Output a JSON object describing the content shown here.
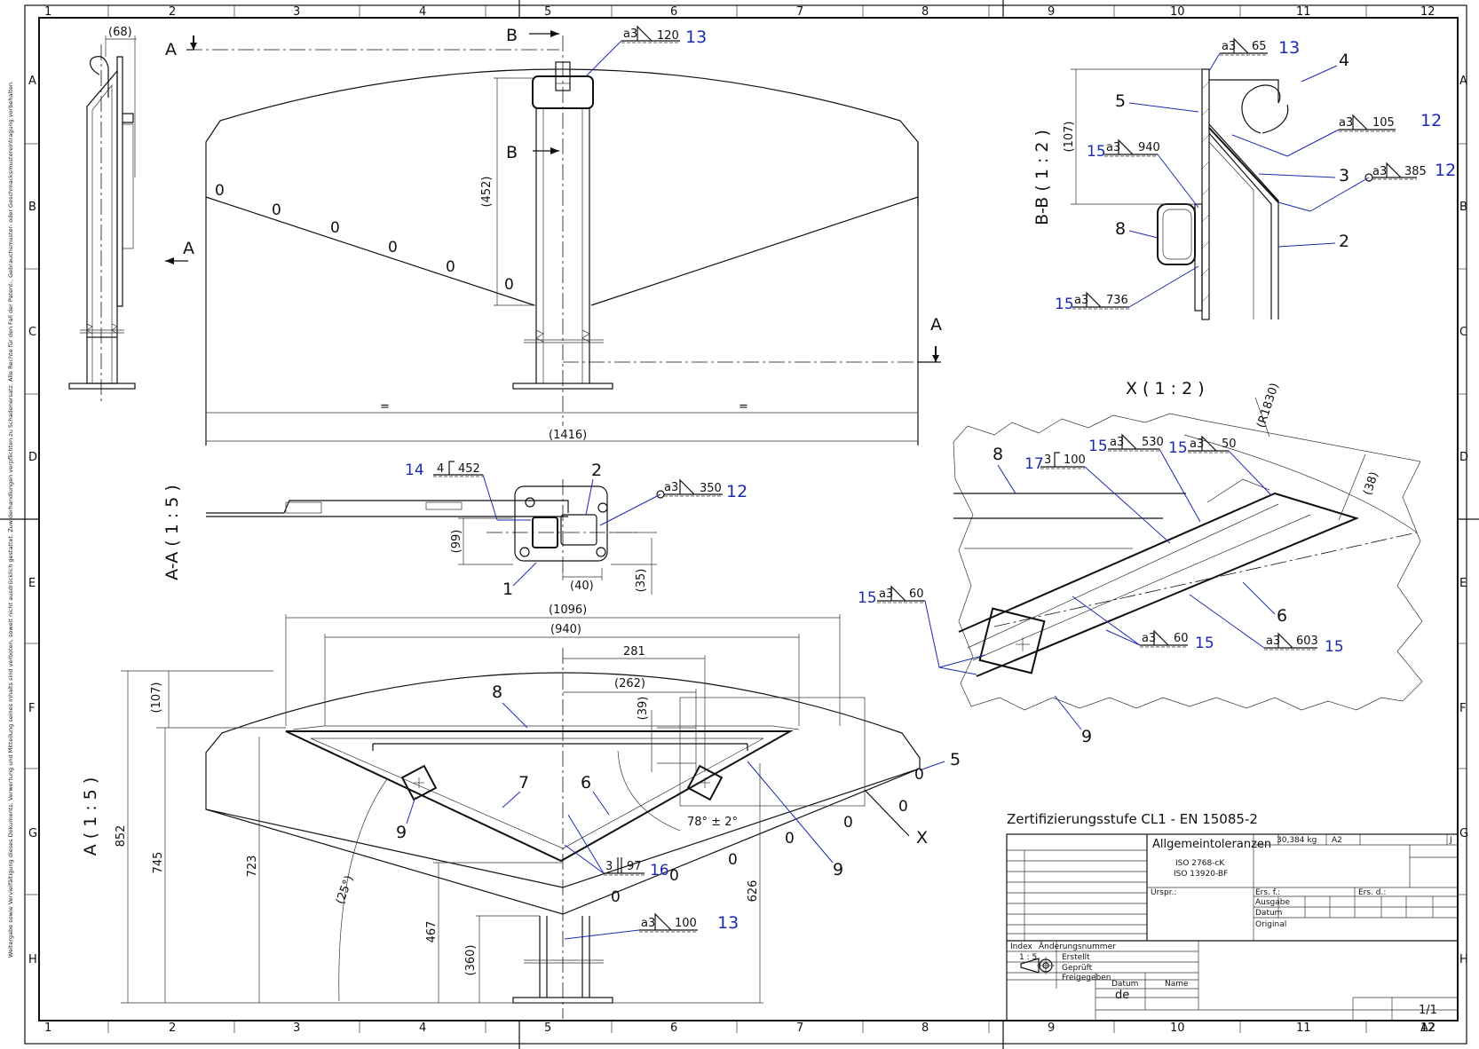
{
  "border": {
    "columns": [
      "1",
      "2",
      "3",
      "4",
      "5",
      "6",
      "7",
      "8",
      "9",
      "10",
      "11",
      "12"
    ],
    "rows": [
      "A",
      "B",
      "C",
      "D",
      "E",
      "F",
      "G",
      "H"
    ]
  },
  "side_note": "Weitergabe sowie Vervielfältigung dieses Dokuments, Verwertung und Mitteilung seines Inhalts sind verboten, soweit nicht ausdrücklich gestattet. Zuwiderhandlungen verpflichten zu Schadenersatz. Alle Rechte für den Fall der Patent-, Gebrauchsmuster- oder Geschmacksmustereintragung vorbehalten.",
  "views": {
    "side": {
      "dim_top": "(68)"
    },
    "front": {
      "section_mark_a": "A",
      "section_mark_b": "B",
      "dim_452": "(452)",
      "dim_1416": "(1416)",
      "eq1": "=",
      "eq2": "=",
      "weld_top": {
        "a": "a3",
        "len": "120",
        "num": "13"
      },
      "zeros": [
        "0",
        "0",
        "0",
        "0",
        "0",
        "0"
      ]
    },
    "section_aa": {
      "title": "A-A ( 1 : 5 )",
      "dim_99": "(99)",
      "dim_40": "(40)",
      "dim_35": "(35)",
      "weld_left": {
        "num": "14",
        "a": "4",
        "len": "452"
      },
      "weld_right": {
        "a": "a3",
        "len": "350",
        "num": "12"
      },
      "part_2": "2",
      "part_1": "1"
    },
    "view_a": {
      "title": "A ( 1 : 5 )",
      "dim_1096": "(1096)",
      "dim_940": "(940)",
      "dim_281": "281",
      "dim_262": "(262)",
      "dim_107": "(107)",
      "dim_39": "(39)",
      "dim_852": "852",
      "dim_745": "745",
      "dim_723": "723",
      "dim_467": "467",
      "dim_360": "(360)",
      "dim_626": "626",
      "angle_25": "(25°)",
      "angle_78": "78° ± 2°",
      "part_8": "8",
      "part_7": "7",
      "part_6": "6",
      "part_9a": "9",
      "part_9b": "9",
      "part_5": "5",
      "detail_x": "X",
      "weld_97": {
        "a": "3",
        "len": "97",
        "num": "16"
      },
      "weld_100": {
        "a": "a3",
        "len": "100",
        "num": "13"
      },
      "zeros": [
        "0",
        "0",
        "0",
        "0",
        "0",
        "0",
        "0"
      ]
    },
    "section_bb": {
      "title": "B-B ( 1 : 2 )",
      "dim_107": "(107)",
      "parts": [
        "5",
        "4",
        "3",
        "2",
        "8"
      ],
      "welds": [
        {
          "a": "a3",
          "len": "65",
          "num": "13"
        },
        {
          "a": "a3",
          "len": "105",
          "num": "12"
        },
        {
          "a": "a3",
          "len": "385",
          "num": "12"
        },
        {
          "a": "a3",
          "len": "940",
          "num": "15"
        },
        {
          "a": "a3",
          "len": "736",
          "num": "15"
        }
      ]
    },
    "detail_x": {
      "title": "X ( 1 : 2 )",
      "dim_r1830": "(R1830)",
      "dim_38": "(38)",
      "parts": [
        "8",
        "6",
        "9"
      ],
      "welds": [
        {
          "num": "17",
          "a": "3",
          "len": "100"
        },
        {
          "num": "15",
          "a": "a3",
          "len": "530"
        },
        {
          "num": "15",
          "a": "a3",
          "len": "50"
        },
        {
          "num": "15",
          "a": "a3",
          "len": "60"
        },
        {
          "a": "a3",
          "len": "60",
          "num": "15"
        },
        {
          "a": "a3",
          "len": "603",
          "num": "15"
        }
      ]
    }
  },
  "title_block": {
    "certification": "Zertifizierungsstufe CL1  - EN 15085-2",
    "general_tol": "Allgemeintoleranzen",
    "iso1": "ISO 2768-cK",
    "iso2": "ISO 13920-BF",
    "weight": "30,384 kg",
    "format_top": "A2",
    "rev": "J",
    "urspr": "Urspr.:",
    "ers_f": "Ers. f.:",
    "ers_d": "Ers. d.:",
    "ausgabe": "Ausgabe",
    "datum_lbl": "Datum",
    "original": "Original",
    "index": "Index",
    "aenderung": "Änderungsnummer",
    "scale": "1 : 5",
    "erstellt": "Erstellt",
    "geprueft": "Geprüft",
    "freigegeben": "Freigegeben",
    "datum": "Datum",
    "name": "Name",
    "lang": "de",
    "sheet": "1/1",
    "format": "A2"
  }
}
